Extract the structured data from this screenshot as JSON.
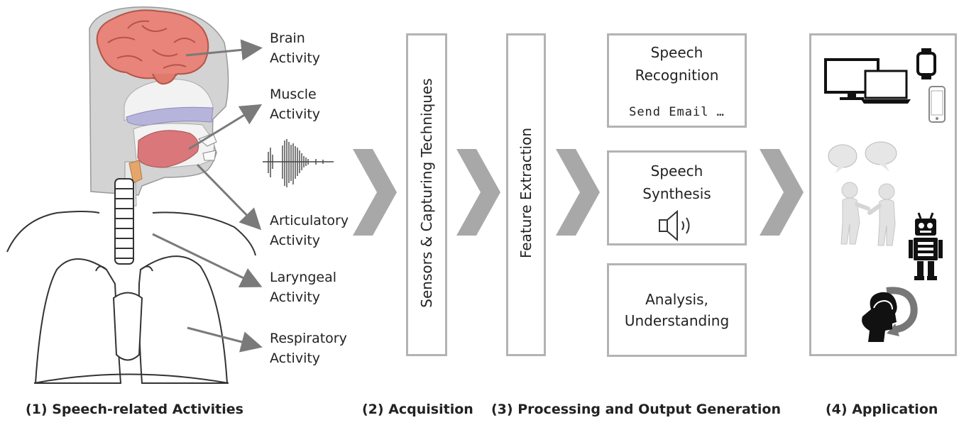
{
  "activities": {
    "brain": [
      "Brain",
      "Activity"
    ],
    "muscle": [
      "Muscle",
      "Activity"
    ],
    "articulatory": [
      "Articulatory",
      "Activity"
    ],
    "laryngeal": [
      "Laryngeal",
      "Activity"
    ],
    "respiratory": [
      "Respiratory",
      "Activity"
    ]
  },
  "acquisition_box": "Sensors & Capturing Techniques",
  "feature_box": "Feature Extraction",
  "outputs": {
    "recognition": {
      "line1": "Speech",
      "line2": "Recognition",
      "example": "Send Email …"
    },
    "synthesis": {
      "line1": "Speech",
      "line2": "Synthesis",
      "icon": "speaker-icon"
    },
    "analysis": {
      "line1": "Analysis,",
      "line2": "Understanding"
    }
  },
  "application_icons": [
    "monitor-icon",
    "laptop-icon",
    "smartwatch-icon",
    "smartphone-icon",
    "conversation-figures-icon",
    "robot-icon",
    "head-feedback-icon"
  ],
  "stage_labels": {
    "s1": "(1) Speech-related Activities",
    "s2": "(2) Acquisition",
    "s3": "(3) Processing and Output Generation",
    "s4": "(4) Application"
  },
  "colors": {
    "chevron": "#a8a8a8",
    "box_border": "#b3b3b3",
    "arrow": "#7a7a7a",
    "brain": "#e8847a",
    "tongue": "#d9777a"
  }
}
